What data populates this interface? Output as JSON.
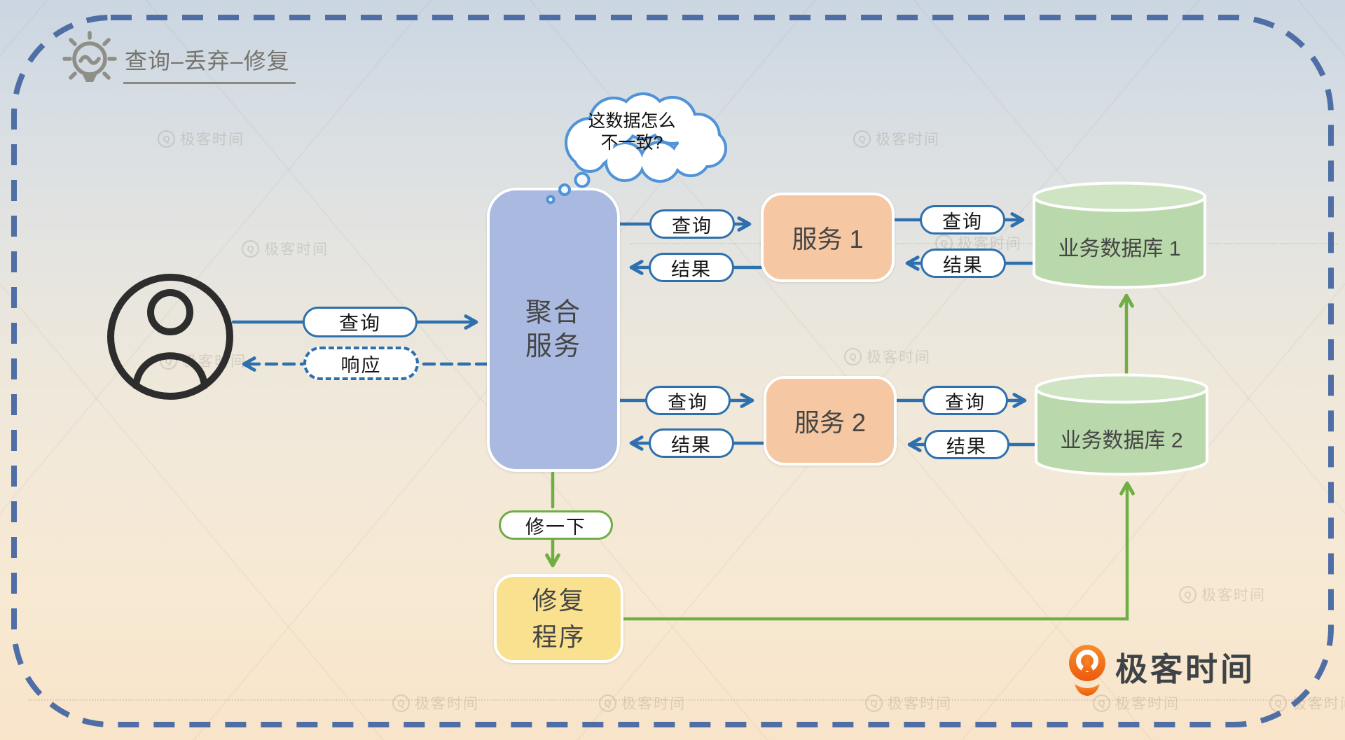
{
  "title": {
    "text": "查询–丢弃–修复"
  },
  "thought_bubble": {
    "line1": "这数据怎么",
    "line2": "不一致?"
  },
  "nodes": {
    "aggregate_service": {
      "line1": "聚合",
      "line2": "服务"
    },
    "service1": {
      "label": "服务 1"
    },
    "service2": {
      "label": "服务 2"
    },
    "db1": {
      "label": "业务数据库 1"
    },
    "db2": {
      "label": "业务数据库 2"
    },
    "repair_program": {
      "line1": "修复",
      "line2": "程序"
    }
  },
  "edge_labels": {
    "user_query": "查询",
    "user_response": "响应",
    "agg_svc1_query": "查询",
    "agg_svc1_result": "结果",
    "svc1_db1_query": "查询",
    "svc1_db1_result": "结果",
    "agg_svc2_query": "查询",
    "agg_svc2_result": "结果",
    "svc2_db2_query": "查询",
    "svc2_db2_result": "结果",
    "fix": "修一下"
  },
  "watermark": {
    "icon_letter": "Q",
    "text": "极客时间"
  },
  "logo": {
    "text": "极客时间"
  },
  "colors": {
    "arrow-blue": "#2E70AD",
    "arrow-green": "#6FAE44",
    "box-aggregate": "#A9B9E0",
    "box-service": "#F5C7A2",
    "box-repair": "#F9E190",
    "db-body": "#B9D8AB",
    "db-top": "#CFE4C2",
    "border-dash": "#4F6EA6",
    "cloud-stroke": "#4F93D8",
    "title-text": "#75746D",
    "logo-orange": "#EE6A14",
    "logo-text": "#3E4347",
    "node-text": "#454545"
  }
}
